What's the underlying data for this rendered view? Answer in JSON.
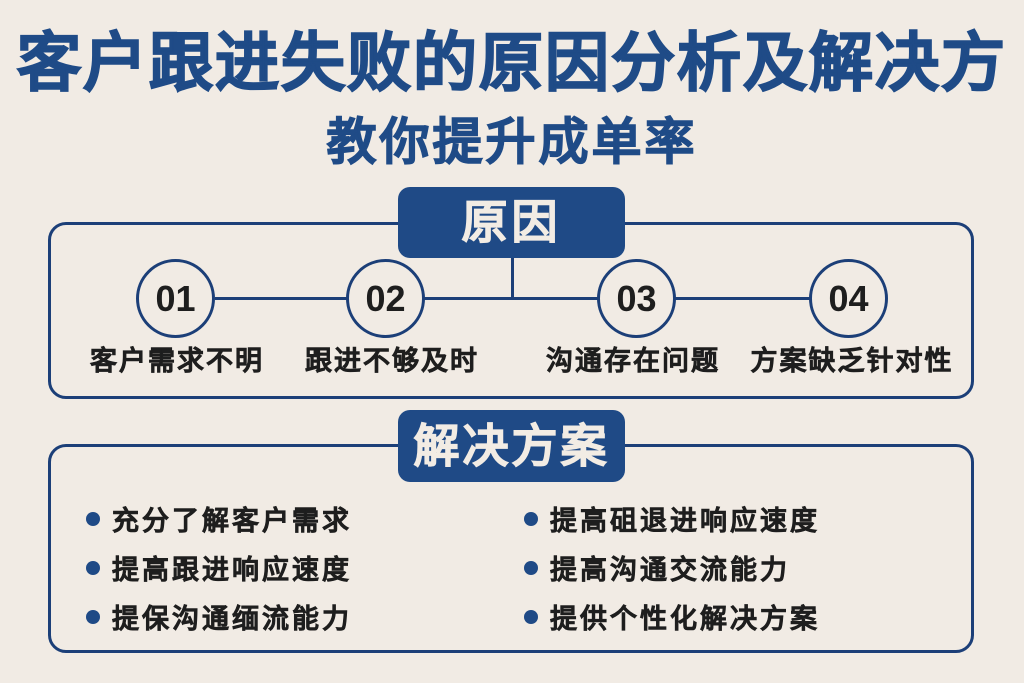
{
  "header": {
    "title": "客户跟进失败的原因分析及解决方",
    "subtitle": "教你提升成单率"
  },
  "reasons": {
    "heading": "原因",
    "items": [
      {
        "number": "01",
        "label": "客户需求不明"
      },
      {
        "number": "02",
        "label": "跟进不够及时"
      },
      {
        "number": "03",
        "label": "沟通存在问题"
      },
      {
        "number": "04",
        "label": "方案缺乏针对性"
      }
    ]
  },
  "solutions": {
    "heading": "解决方案",
    "left": [
      "充分了解客户需求",
      "提高跟进响应速度",
      "提保沟通缅流能力"
    ],
    "right": [
      "提高砠退进响应速度",
      "提高沟通交流能力",
      "提供个性化解决方案"
    ]
  },
  "colors": {
    "background": "#f1ebe4",
    "accent": "#1f4a86",
    "border": "#1c3f78",
    "text": "#1e1e1e",
    "badge_text": "#f2ece4"
  }
}
